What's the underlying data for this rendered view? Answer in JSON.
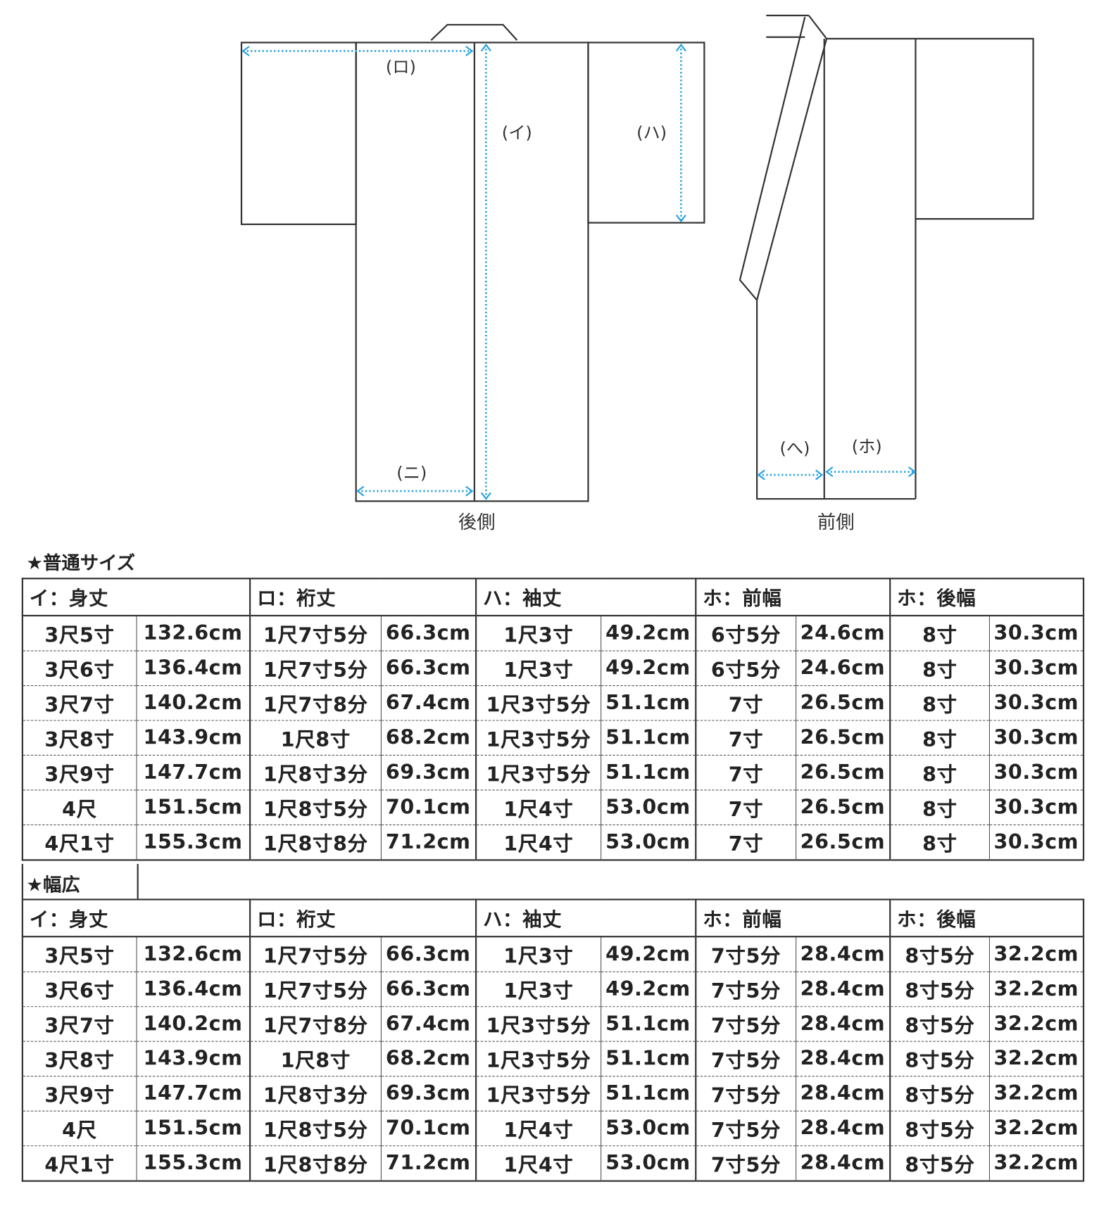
{
  "diagram": {
    "back_labels": {
      "i": "(イ)",
      "ro": "(ロ)",
      "ha": "(ハ)",
      "ni": "(ニ)"
    },
    "front_labels": {
      "he": "(へ)",
      "ho": "(ホ)"
    },
    "back_caption": "後側",
    "front_caption": "前側",
    "arrow_color": "#29a3e0"
  },
  "tables": [
    {
      "title": "★普通サイズ",
      "headers": [
        "イ：身丈",
        "ロ：裄丈",
        "ハ：袖丈",
        "ホ：前幅",
        "ホ：後幅"
      ],
      "rows": [
        [
          "3尺5寸",
          "132.6cm",
          "1尺7寸5分",
          "66.3cm",
          "1尺3寸",
          "49.2cm",
          "6寸5分",
          "24.6cm",
          "8寸",
          "30.3cm"
        ],
        [
          "3尺6寸",
          "136.4cm",
          "1尺7寸5分",
          "66.3cm",
          "1尺3寸",
          "49.2cm",
          "6寸5分",
          "24.6cm",
          "8寸",
          "30.3cm"
        ],
        [
          "3尺7寸",
          "140.2cm",
          "1尺7寸8分",
          "67.4cm",
          "1尺3寸5分",
          "51.1cm",
          "7寸",
          "26.5cm",
          "8寸",
          "30.3cm"
        ],
        [
          "3尺8寸",
          "143.9cm",
          "1尺8寸",
          "68.2cm",
          "1尺3寸5分",
          "51.1cm",
          "7寸",
          "26.5cm",
          "8寸",
          "30.3cm"
        ],
        [
          "3尺9寸",
          "147.7cm",
          "1尺8寸3分",
          "69.3cm",
          "1尺3寸5分",
          "51.1cm",
          "7寸",
          "26.5cm",
          "8寸",
          "30.3cm"
        ],
        [
          "4尺",
          "151.5cm",
          "1尺8寸5分",
          "70.1cm",
          "1尺4寸",
          "53.0cm",
          "7寸",
          "26.5cm",
          "8寸",
          "30.3cm"
        ],
        [
          "4尺1寸",
          "155.3cm",
          "1尺8寸8分",
          "71.2cm",
          "1尺4寸",
          "53.0cm",
          "7寸",
          "26.5cm",
          "8寸",
          "30.3cm"
        ]
      ]
    },
    {
      "title": "★幅広",
      "headers": [
        "イ：身丈",
        "ロ：裄丈",
        "ハ：袖丈",
        "ホ：前幅",
        "ホ：後幅"
      ],
      "rows": [
        [
          "3尺5寸",
          "132.6cm",
          "1尺7寸5分",
          "66.3cm",
          "1尺3寸",
          "49.2cm",
          "7寸5分",
          "28.4cm",
          "8寸5分",
          "32.2cm"
        ],
        [
          "3尺6寸",
          "136.4cm",
          "1尺7寸5分",
          "66.3cm",
          "1尺3寸",
          "49.2cm",
          "7寸5分",
          "28.4cm",
          "8寸5分",
          "32.2cm"
        ],
        [
          "3尺7寸",
          "140.2cm",
          "1尺7寸8分",
          "67.4cm",
          "1尺3寸5分",
          "51.1cm",
          "7寸5分",
          "28.4cm",
          "8寸5分",
          "32.2cm"
        ],
        [
          "3尺8寸",
          "143.9cm",
          "1尺8寸",
          "68.2cm",
          "1尺3寸5分",
          "51.1cm",
          "7寸5分",
          "28.4cm",
          "8寸5分",
          "32.2cm"
        ],
        [
          "3尺9寸",
          "147.7cm",
          "1尺8寸3分",
          "69.3cm",
          "1尺3寸5分",
          "51.1cm",
          "7寸5分",
          "28.4cm",
          "8寸5分",
          "32.2cm"
        ],
        [
          "4尺",
          "151.5cm",
          "1尺8寸5分",
          "70.1cm",
          "1尺4寸",
          "53.0cm",
          "7寸5分",
          "28.4cm",
          "8寸5分",
          "32.2cm"
        ],
        [
          "4尺1寸",
          "155.3cm",
          "1尺8寸8分",
          "71.2cm",
          "1尺4寸",
          "53.0cm",
          "7寸5分",
          "28.4cm",
          "8寸5分",
          "32.2cm"
        ]
      ]
    }
  ]
}
